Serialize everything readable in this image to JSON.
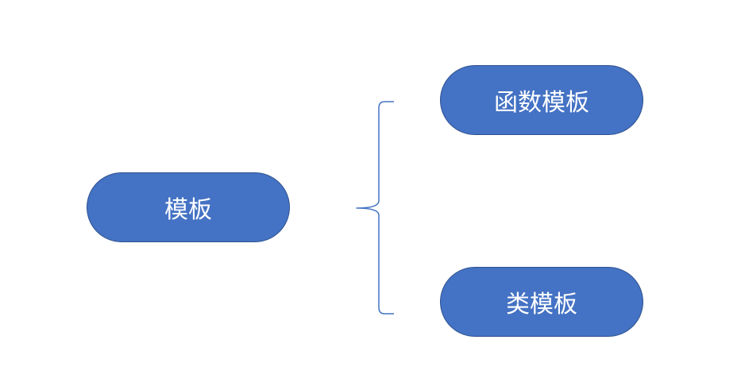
{
  "diagram": {
    "root": {
      "label": "模板"
    },
    "children": [
      {
        "label": "函数模板"
      },
      {
        "label": "类模板"
      }
    ],
    "colors": {
      "node_fill": "#4472c4",
      "node_border": "#2f528f",
      "node_text": "#ffffff",
      "connector": "#4472c4"
    }
  }
}
